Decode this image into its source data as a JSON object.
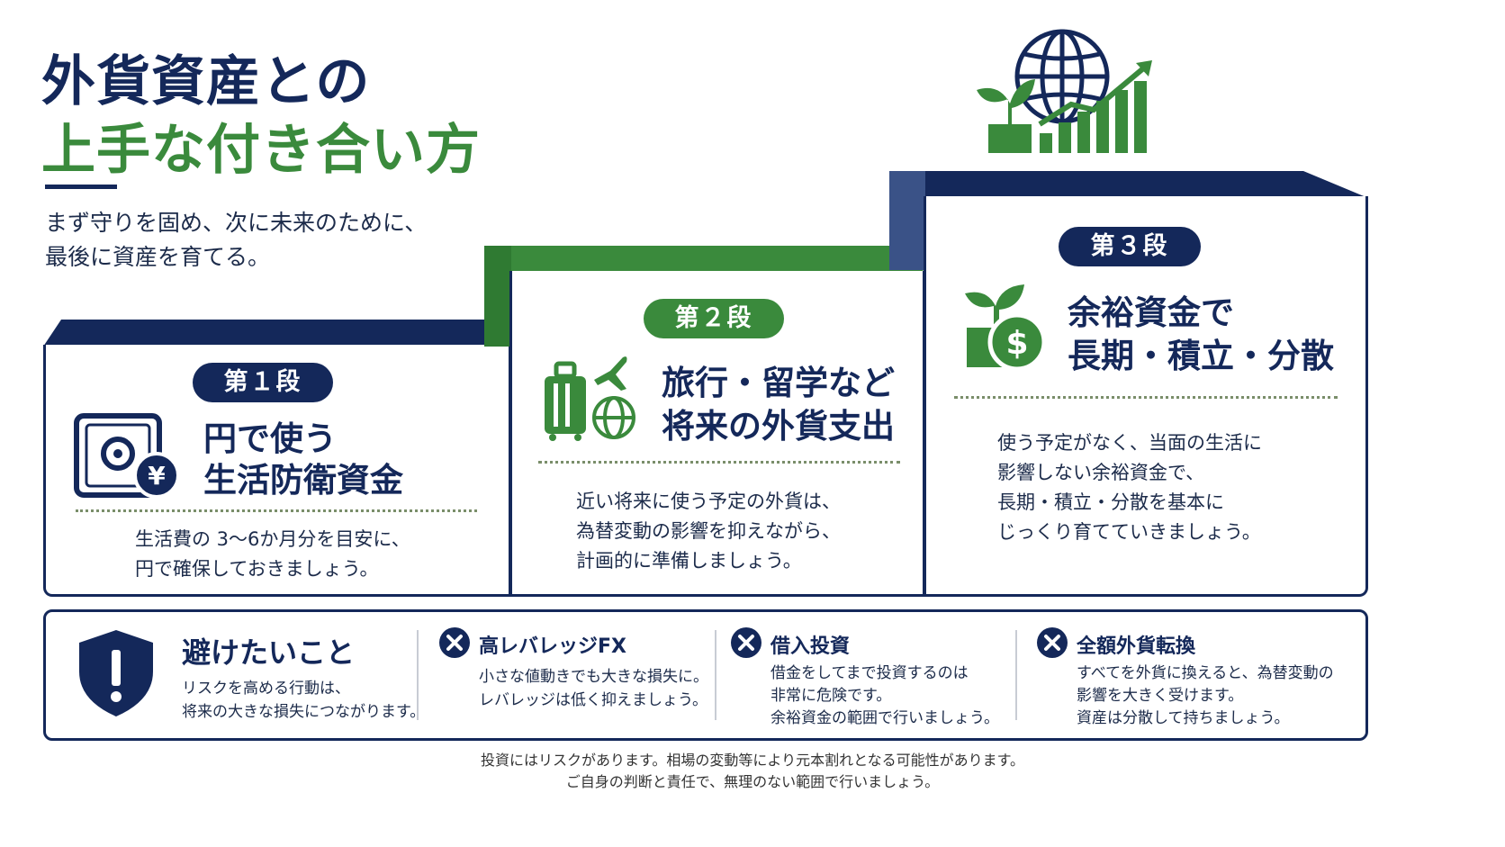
{
  "title": {
    "line1": "外貨資産との",
    "line2": "上手な付き合い方"
  },
  "intro": {
    "line1": "まず守りを固め、次に未来のために、",
    "line2": "最後に資産を育てる。"
  },
  "steps": [
    {
      "badge": "第１段",
      "heading1": "円で使う",
      "heading2": "生活防衛資金",
      "body": [
        "生活費の 3〜6か月分を目安に、",
        "円で確保しておきましょう。"
      ],
      "icon": "safe-yen-icon"
    },
    {
      "badge": "第２段",
      "heading1": "旅行・留学など",
      "heading2": "将来の外貨支出",
      "body": [
        "近い将来に使う予定の外貨は、",
        "為替変動の影響を抑えながら、",
        "計画的に準備しましょう。"
      ],
      "icon": "suitcase-plane-globe-icon"
    },
    {
      "badge": "第３段",
      "heading1": "余裕資金で",
      "heading2": "長期・積立・分散",
      "body": [
        "使う予定がなく、当面の生活に",
        "影響しない余裕資金で、",
        "長期・積立・分散を基本に",
        "じっくり育てていきましょう。"
      ],
      "icon": "sprout-dollar-icon"
    }
  ],
  "avoid": {
    "title": "避けたいこと",
    "subtitle": [
      "リスクを高める行動は、",
      "将来の大きな損失につながります。"
    ],
    "items": [
      {
        "title": "高レバレッジFX",
        "body": [
          "小さな値動きでも大きな損失に。",
          "レバレッジは低く抑えましょう。"
        ]
      },
      {
        "title": "借入投資",
        "body": [
          "借金をしてまで投資するのは",
          "非常に危険です。",
          "余裕資金の範囲で行いましょう。"
        ]
      },
      {
        "title": "全額外貨転換",
        "body": [
          "すべてを外貨に換えると、為替変動の",
          "影響を大きく受けます。",
          "資産は分散して持ちましょう。"
        ]
      }
    ]
  },
  "footer": {
    "line1": "投資にはリスクがあります。相場の変動等により元本割れとなる可能性があります。",
    "line2": "ご自身の判断と責任で、無理のない範囲で行いましょう。"
  },
  "colors": {
    "navy": "#14285a",
    "green": "#3a8a3c"
  }
}
